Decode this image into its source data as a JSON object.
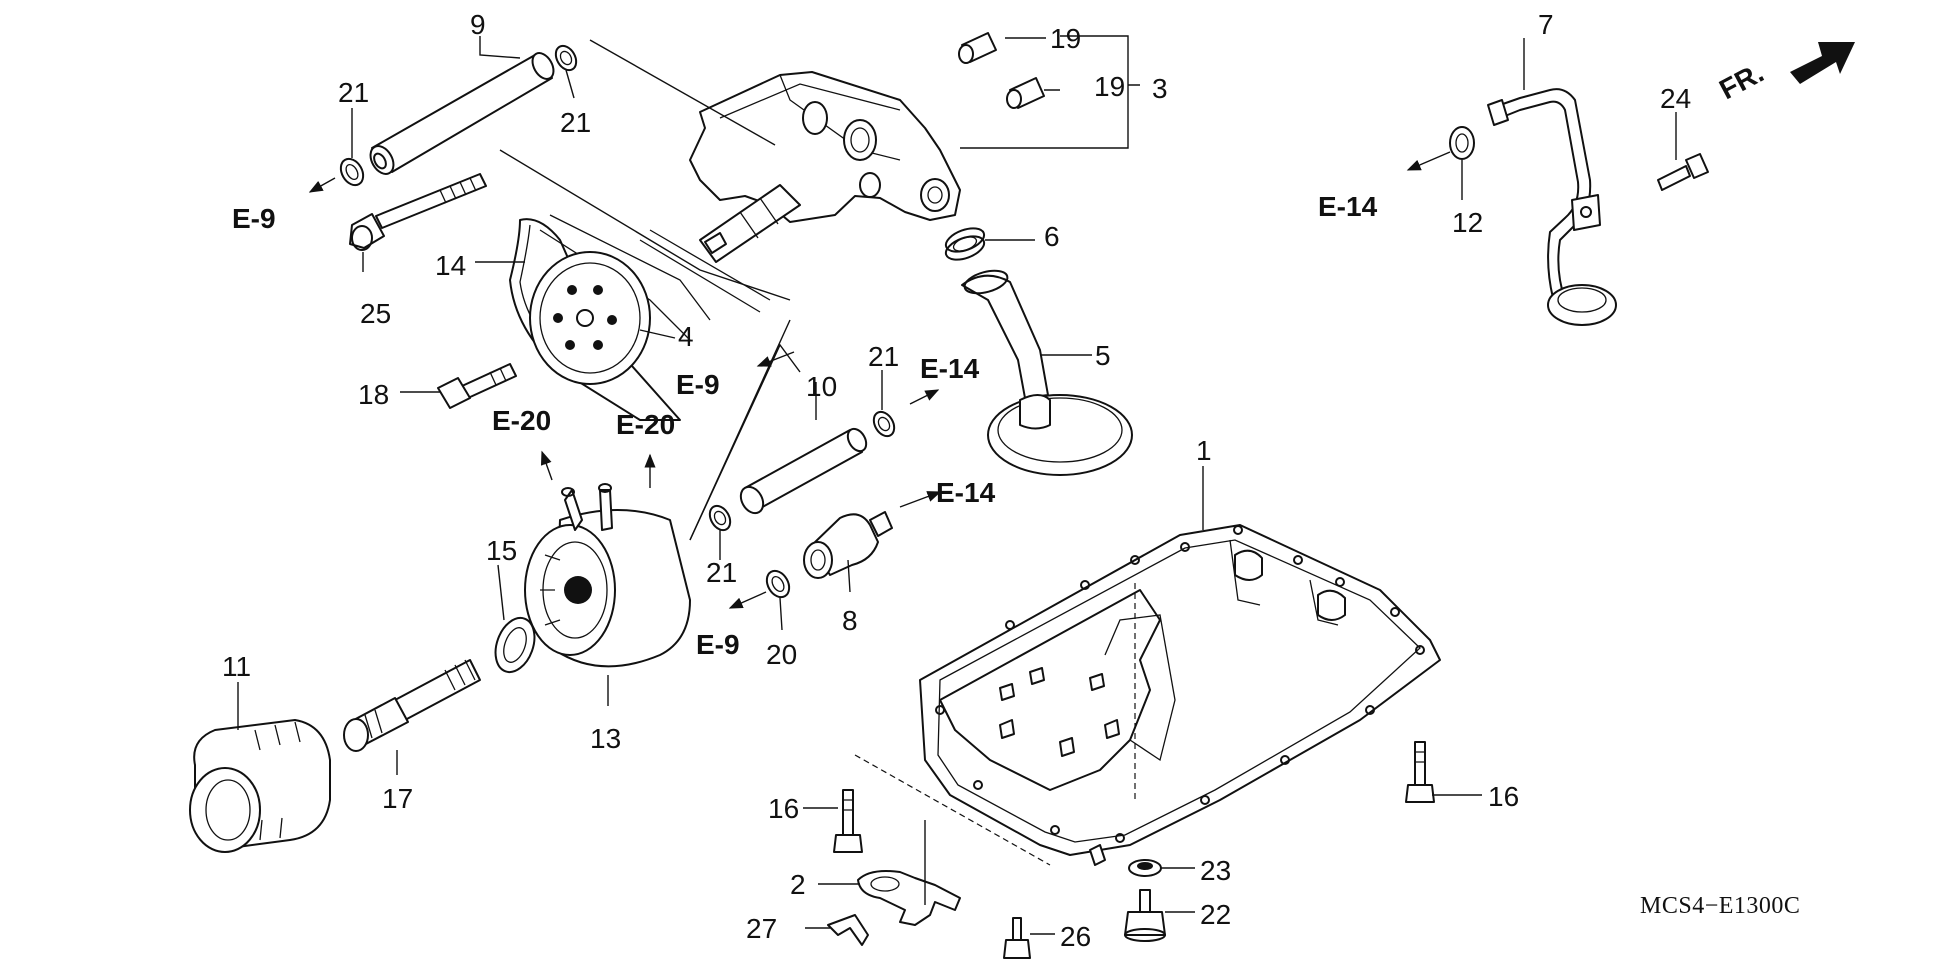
{
  "diagram_code": "MCS4−E1300C",
  "front_indicator": "FR.",
  "refs": {
    "e9": "E-9",
    "e14": "E-14",
    "e20": "E-20"
  },
  "parts": {
    "p1": "1",
    "p2": "2",
    "p3": "3",
    "p4": "4",
    "p5": "5",
    "p6": "6",
    "p7": "7",
    "p8": "8",
    "p9": "9",
    "p10": "10",
    "p11": "11",
    "p12": "12",
    "p13": "13",
    "p14": "14",
    "p15": "15",
    "p16": "16",
    "p17": "17",
    "p18": "18",
    "p19": "19",
    "p20": "20",
    "p21": "21",
    "p22": "22",
    "p23": "23",
    "p24": "24",
    "p25": "25",
    "p26": "26",
    "p27": "27"
  }
}
